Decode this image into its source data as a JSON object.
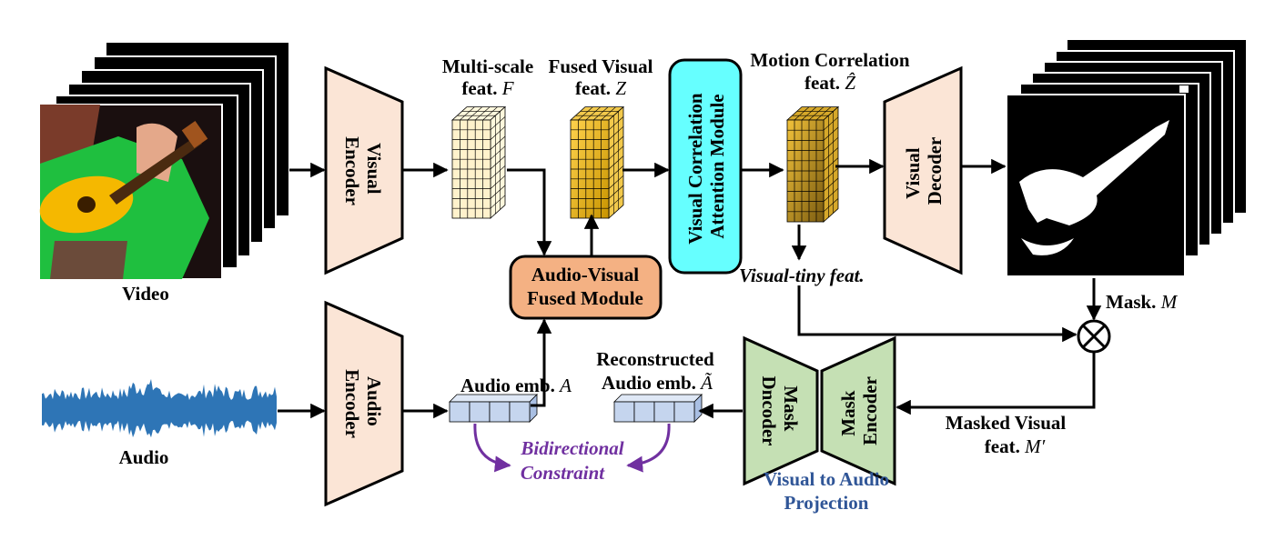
{
  "inputs": {
    "video_label": "Video",
    "audio_label": "Audio"
  },
  "modules": {
    "visual_encoder": "Visual Encoder",
    "audio_encoder": "Audio Encoder",
    "av_fused_line1": "Audio-Visual",
    "av_fused_line2": "Fused Module",
    "vcam": "Visual Correlation Attention Module",
    "visual_decoder": "Visual Decoder",
    "mask_decoder": "Mask Dncoder",
    "mask_encoder": "Mask Encoder"
  },
  "features": {
    "multiscale_line1": "Multi-scale",
    "multiscale_line2": "feat.",
    "multiscale_sym": "F",
    "fused_line1": "Fused Visual",
    "fused_line2": "feat.",
    "fused_sym": "Z",
    "motion_line1": "Motion Correlation",
    "motion_line2": "feat.",
    "motion_sym": "Ẑ",
    "visual_tiny": "Visual-tiny feat.",
    "audio_emb": "Audio emb.",
    "audio_emb_sym": "A",
    "recon_line1": "Reconstructed",
    "recon_line2": "Audio emb.",
    "recon_sym": "Ã",
    "mask_label": "Mask.",
    "mask_sym": "M",
    "masked_line1": "Masked Visual",
    "masked_line2": "feat.",
    "masked_sym": "M′"
  },
  "annotations": {
    "bidir_line1": "Bidirectional",
    "bidir_line2": "Constraint",
    "proj_line1": "Visual to Audio",
    "proj_line2": "Projection"
  },
  "colors": {
    "encoder_fill": "#fbe5d6",
    "green_fill": "#c5e0b4",
    "orange_fill": "#f4b183",
    "cyan_fill": "#66ffff",
    "cube_pale": "#fff2cc",
    "cube_gold": "#e6b400",
    "emb_fill": "#c5d5ee",
    "waveform": "#2e75b6",
    "purple": "#7030a0",
    "blue_text": "#2f5597"
  }
}
